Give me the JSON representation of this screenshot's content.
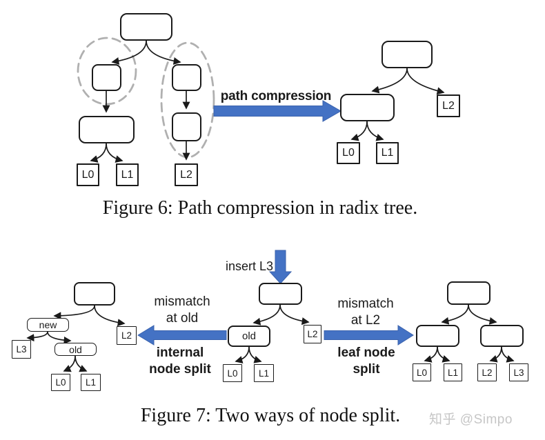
{
  "figure6": {
    "caption": "Figure 6: Path compression in radix tree.",
    "arrow_label": "path compression",
    "before_tree": {
      "leaves": [
        "L0",
        "L1",
        "L2"
      ]
    },
    "after_tree": {
      "leaves": [
        "L0",
        "L1",
        "L2"
      ]
    }
  },
  "figure7": {
    "caption": "Figure 7: Two ways of node split.",
    "insert_label": "insert L3",
    "center_tree": {
      "internal_label": "old",
      "leaves": [
        "L0",
        "L1",
        "L2"
      ]
    },
    "internal_split": {
      "condition": [
        "mismatch",
        "at old"
      ],
      "label": [
        "internal",
        "node split"
      ],
      "tree": {
        "new_label": "new",
        "old_label": "old",
        "leaves": [
          "L3",
          "L0",
          "L1",
          "L2"
        ]
      }
    },
    "leaf_split": {
      "condition": [
        "mismatch",
        "at L2"
      ],
      "label": [
        "leaf node",
        "split"
      ],
      "tree": {
        "leaves": [
          "L0",
          "L1",
          "L2",
          "L3"
        ]
      }
    }
  },
  "watermark": "知乎 @Simpo",
  "colors": {
    "arrow_blue": "#4472C4",
    "arrow_blue_edge": "#3A62AD",
    "node_border": "#1a1a1a",
    "dashed_ellipse_gray": "#b0b0b0",
    "watermark_gray": "#c6c6c6"
  }
}
